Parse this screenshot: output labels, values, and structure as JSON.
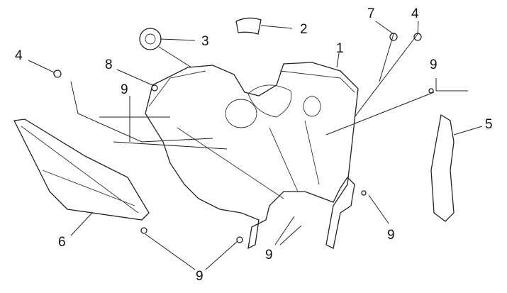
{
  "diagram": {
    "type": "exploded parts diagram",
    "callouts": [
      {
        "id": "callout-1",
        "label": "1"
      },
      {
        "id": "callout-2",
        "label": "2"
      },
      {
        "id": "callout-3",
        "label": "3"
      },
      {
        "id": "callout-4a",
        "label": "4"
      },
      {
        "id": "callout-4b",
        "label": "4"
      },
      {
        "id": "callout-5",
        "label": "5"
      },
      {
        "id": "callout-6",
        "label": "6"
      },
      {
        "id": "callout-7",
        "label": "7"
      },
      {
        "id": "callout-8",
        "label": "8"
      },
      {
        "id": "callout-9a",
        "label": "9"
      },
      {
        "id": "callout-9b",
        "label": "9"
      },
      {
        "id": "callout-9c",
        "label": "9"
      },
      {
        "id": "callout-9d",
        "label": "9"
      },
      {
        "id": "callout-9e",
        "label": "9"
      }
    ]
  }
}
